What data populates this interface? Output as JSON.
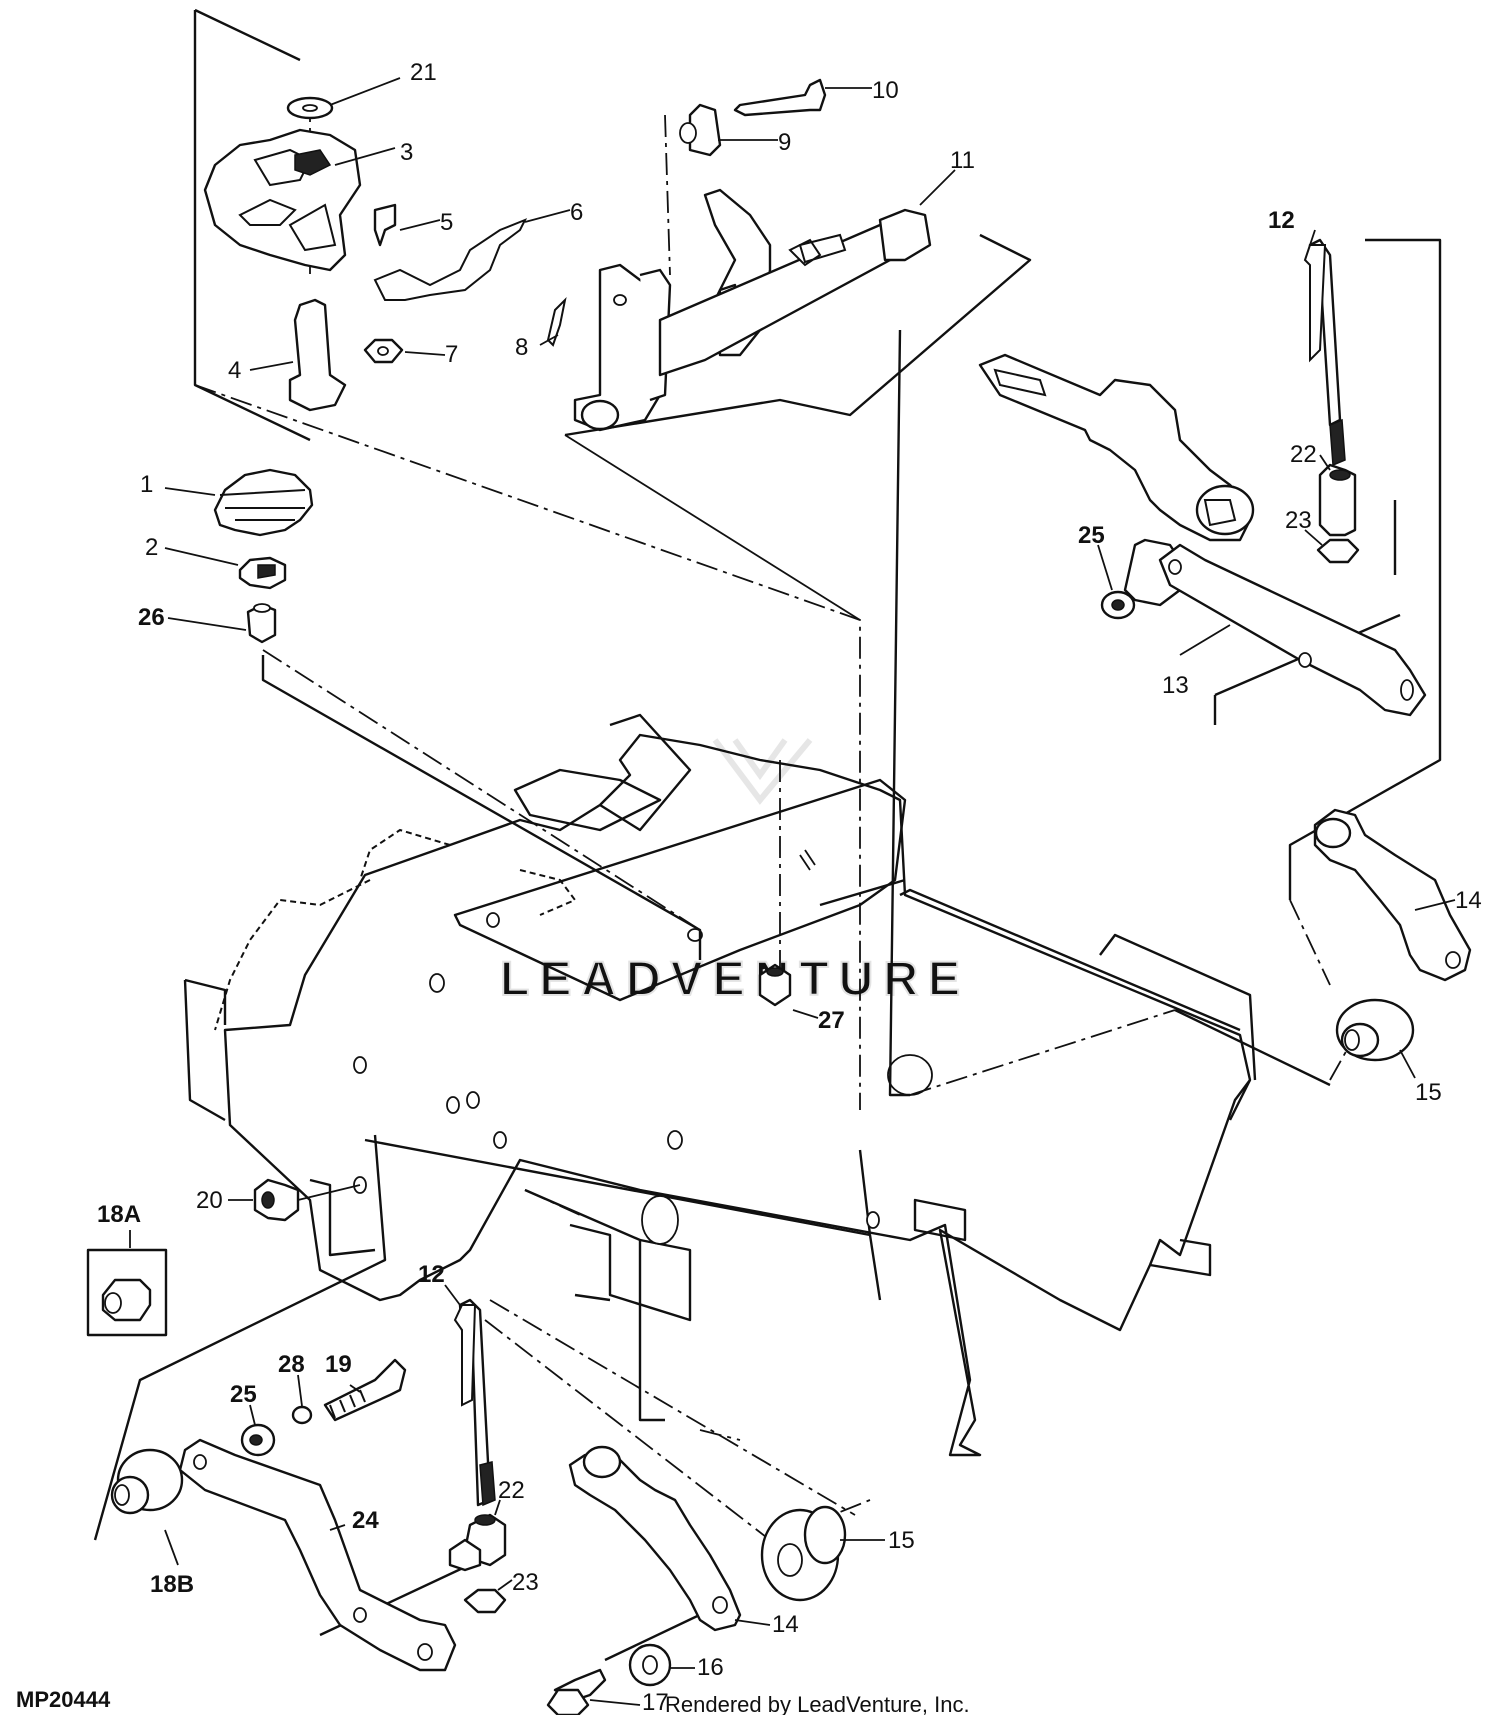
{
  "figure_id": "MP20444",
  "credit": "Rendered by LeadVenture, Inc.",
  "watermark": "LEADVENTURE",
  "callouts": [
    {
      "key": "21",
      "label": "21"
    },
    {
      "key": "3",
      "label": "3"
    },
    {
      "key": "5",
      "label": "5"
    },
    {
      "key": "6",
      "label": "6"
    },
    {
      "key": "7",
      "label": "7"
    },
    {
      "key": "4",
      "label": "4"
    },
    {
      "key": "8",
      "label": "8"
    },
    {
      "key": "9",
      "label": "9"
    },
    {
      "key": "10",
      "label": "10"
    },
    {
      "key": "11",
      "label": "11"
    },
    {
      "key": "12a",
      "label": "12"
    },
    {
      "key": "22a",
      "label": "22"
    },
    {
      "key": "23a",
      "label": "23"
    },
    {
      "key": "25a",
      "label": "25"
    },
    {
      "key": "13",
      "label": "13"
    },
    {
      "key": "1",
      "label": "1"
    },
    {
      "key": "2",
      "label": "2"
    },
    {
      "key": "26",
      "label": "26"
    },
    {
      "key": "27",
      "label": "27"
    },
    {
      "key": "14a",
      "label": "14"
    },
    {
      "key": "15a",
      "label": "15"
    },
    {
      "key": "18A",
      "label": "18A"
    },
    {
      "key": "20",
      "label": "20"
    },
    {
      "key": "12b",
      "label": "12"
    },
    {
      "key": "28",
      "label": "28"
    },
    {
      "key": "19",
      "label": "19"
    },
    {
      "key": "25b",
      "label": "25"
    },
    {
      "key": "24",
      "label": "24"
    },
    {
      "key": "22b",
      "label": "22"
    },
    {
      "key": "23b",
      "label": "23"
    },
    {
      "key": "18B",
      "label": "18B"
    },
    {
      "key": "15b",
      "label": "15"
    },
    {
      "key": "14b",
      "label": "14"
    },
    {
      "key": "16",
      "label": "16"
    },
    {
      "key": "17",
      "label": "17"
    }
  ]
}
